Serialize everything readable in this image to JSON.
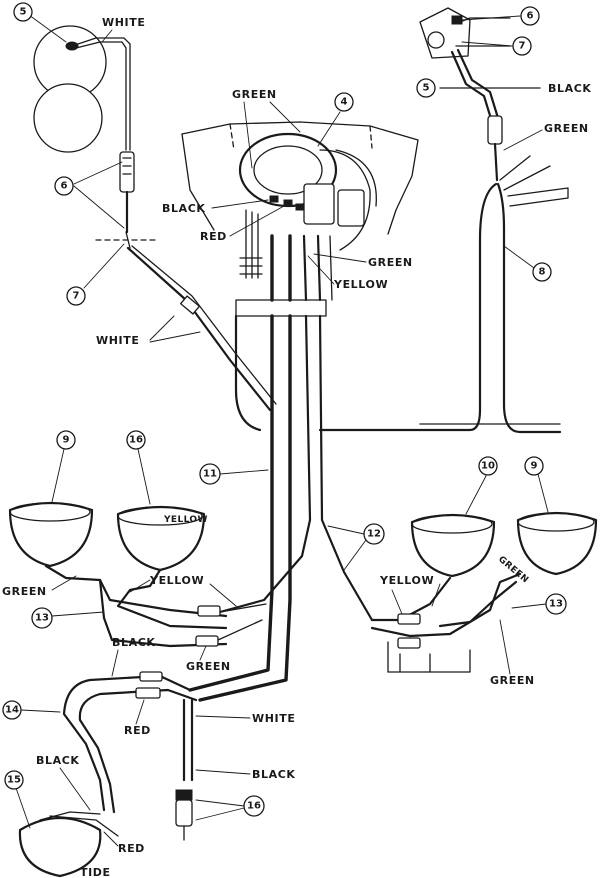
{
  "labels": {
    "white_top": "WHITE",
    "green_top": "GREEN",
    "black_right": "BLACK",
    "green_right": "GREEN",
    "black_left": "BLACK",
    "red_center": "RED",
    "green_center": "GREEN",
    "yellow_center": "YELLOW",
    "white_mid": "WHITE",
    "green_left": "GREEN",
    "yellow_left": "YELLOW",
    "black_lower": "BLACK",
    "green_lower": "GREEN",
    "red_lower": "RED",
    "white_lower": "WHITE",
    "black_bottom": "BLACK",
    "black_lamp": "BLACK",
    "red_lamp": "RED",
    "yellow_right": "YELLOW",
    "green_right_lower": "GREEN",
    "white_bottom": "TIDE",
    "yellow_lamp_left": "YELLOW",
    "green_lamp_right": "GREEN"
  },
  "callouts": {
    "c_top_left": "5",
    "c_top_right_6": "6",
    "c_top_right_7": "7",
    "c_right_5": "5",
    "c_center_4": "4",
    "c_left_6": "6",
    "c_left_7": "7",
    "c_right_8": "8",
    "c_left_9": "9",
    "c_left_16": "16",
    "c_center_11": "11",
    "c_right_10": "10",
    "c_right_9": "9",
    "c_center_12": "12",
    "c_left_13": "13",
    "c_right_13": "13",
    "c_left_14": "14",
    "c_left_15": "15",
    "c_bottom_16": "16"
  }
}
